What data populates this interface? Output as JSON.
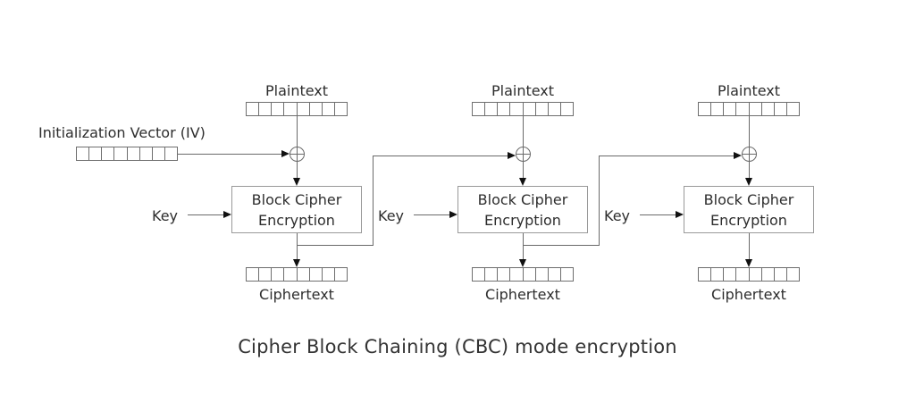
{
  "title": "Cipher Block Chaining (CBC) mode encryption",
  "colors": {
    "background": "#ffffff",
    "line": "#6a6a6a",
    "arrowhead": "#111111",
    "box_border": "#999999",
    "bit_border": "#6e6e6e",
    "text": "#2d2d2d"
  },
  "bit_cells": 8,
  "iv": {
    "label": "Initialization Vector (IV)"
  },
  "blocks": [
    {
      "plaintext_label": "Plaintext",
      "key_label": "Key",
      "box_line1": "Block Cipher",
      "box_line2": "Encryption",
      "ciphertext_label": "Ciphertext"
    },
    {
      "plaintext_label": "Plaintext",
      "key_label": "Key",
      "box_line1": "Block Cipher",
      "box_line2": "Encryption",
      "ciphertext_label": "Ciphertext"
    },
    {
      "plaintext_label": "Plaintext",
      "key_label": "Key",
      "box_line1": "Block Cipher",
      "box_line2": "Encryption",
      "ciphertext_label": "Ciphertext"
    }
  ]
}
